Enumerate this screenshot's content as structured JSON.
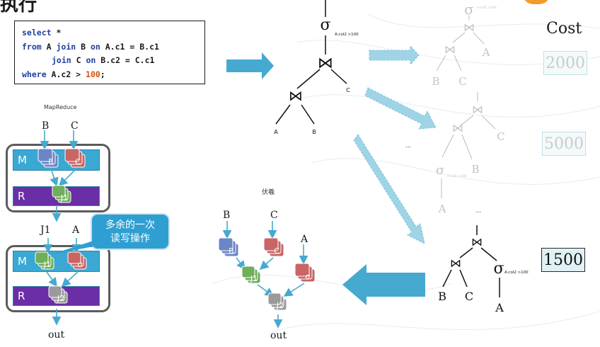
{
  "slide": {
    "title": "执行",
    "sql": {
      "line1": {
        "kw": "select",
        "rest": " *"
      },
      "line2": {
        "kw": "from",
        "rest": " A ",
        "kw2": "join",
        "rest2": " B ",
        "kw3": "on",
        "rest3": " A.c1 = B.c1"
      },
      "line3": {
        "kw": "join",
        "rest": " C ",
        "kw2": "on",
        "rest2": " B.c2 = C.c1"
      },
      "line4": {
        "kw": "where",
        "rest": " A.c2 > ",
        "num": "100",
        "tail": ";"
      }
    },
    "cost": {
      "label": "Cost",
      "values": [
        "2000",
        "5000",
        "1500"
      ]
    },
    "mapreduce": {
      "title": "MapReduce",
      "inputs": [
        "B",
        "C"
      ],
      "map_label": "M",
      "reduce_label": "R",
      "stage1_outputs": [
        "B",
        "C"
      ],
      "join1": "J1",
      "mid_labels": [
        "J1",
        "A"
      ],
      "stage2_inputs": [
        "J1",
        "σ"
      ],
      "join2": "J2",
      "output": "out"
    },
    "callout": {
      "line1": "多余的一次",
      "line2": "读写操作"
    },
    "fuxi": {
      "title": "伏羲",
      "inputs": [
        "B",
        "C",
        "A"
      ],
      "nodes": [
        "B",
        "C",
        "J1",
        "σ",
        "J2"
      ],
      "output": "out"
    },
    "trees": {
      "sigma": "σ",
      "join": "⋈",
      "predicate": "A.col2 >100",
      "predicate_small": "A.col2 >100",
      "leaves_main": [
        "A",
        "B",
        "C"
      ],
      "ellipsis": "...",
      "plan1_leaves": [
        "B",
        "C",
        "A"
      ],
      "plan2_leaves": [
        "C",
        "B",
        "A"
      ],
      "plan3_leaves": [
        "B",
        "C",
        "A"
      ]
    },
    "colors": {
      "arrow_blue": "#46a9cf",
      "arrow_dashed": "#9fd4e6",
      "map_bar": "#3ba8d3",
      "reduce_bar": "#6a2ea6",
      "node_blue": "#6b86c6",
      "node_red": "#c96565",
      "node_green": "#6fae5a",
      "node_gray": "#9a9a9a"
    }
  }
}
